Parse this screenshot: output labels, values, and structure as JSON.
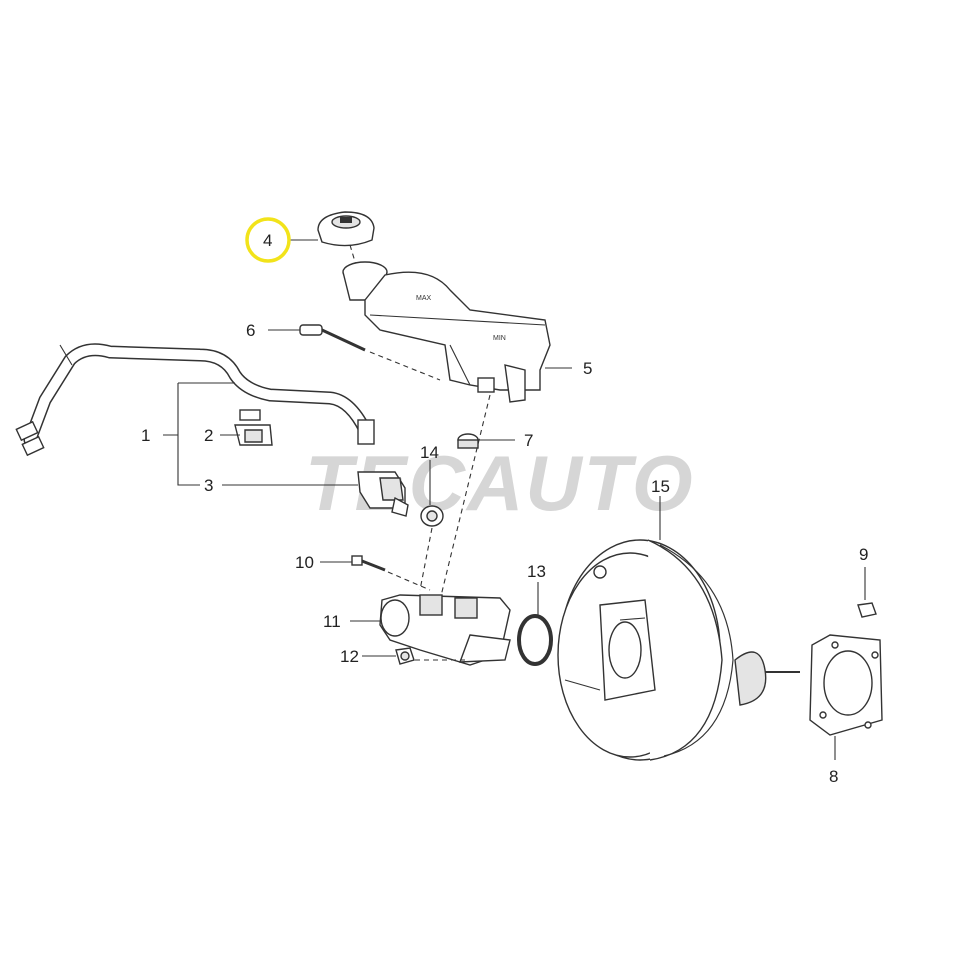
{
  "watermark": "TECAUTO",
  "highlight_color": "#f2e31a",
  "reservoir_marks": {
    "max": "MAX",
    "min": "MIN"
  },
  "callouts": [
    {
      "number": "1"
    },
    {
      "number": "2"
    },
    {
      "number": "3"
    },
    {
      "number": "4",
      "highlighted": true
    },
    {
      "number": "5"
    },
    {
      "number": "6"
    },
    {
      "number": "7"
    },
    {
      "number": "8"
    },
    {
      "number": "9"
    },
    {
      "number": "10"
    },
    {
      "number": "11"
    },
    {
      "number": "12"
    },
    {
      "number": "13"
    },
    {
      "number": "14"
    },
    {
      "number": "15"
    }
  ]
}
